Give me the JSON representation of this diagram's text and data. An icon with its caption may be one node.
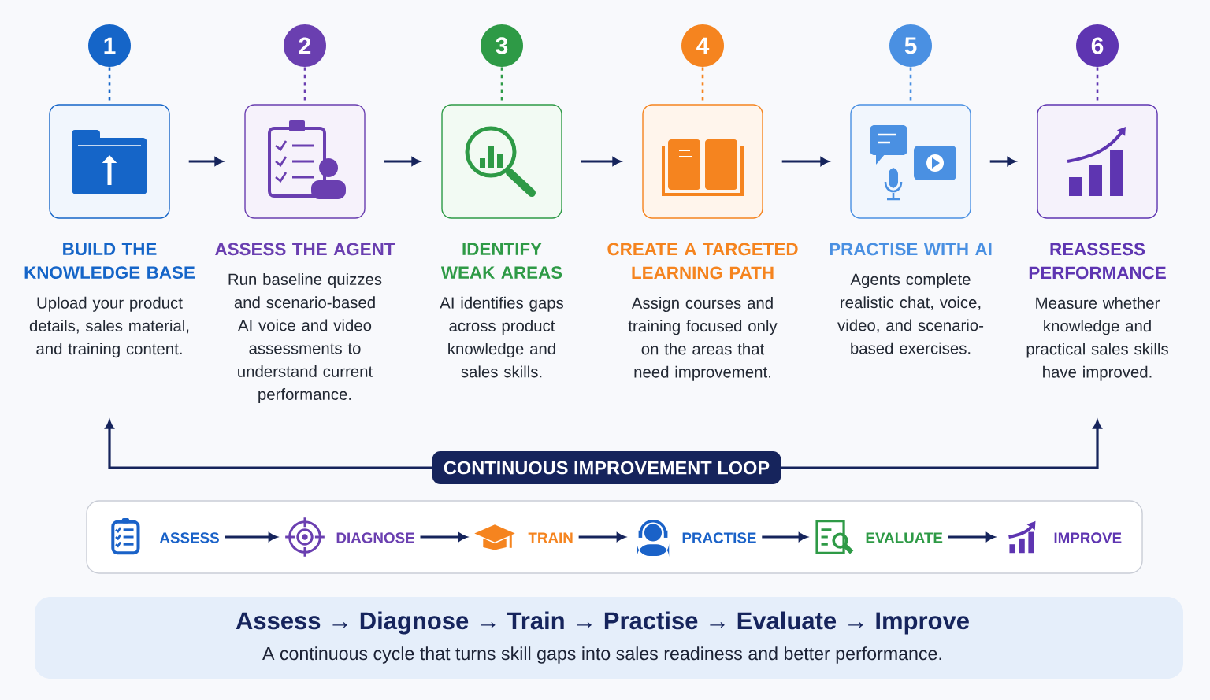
{
  "diagram": {
    "nodes": [
      {
        "text": [
          "1"
        ]
      },
      {
        "text": [
          "2"
        ]
      },
      {
        "text": [
          "3"
        ]
      },
      {
        "text": [
          "4"
        ]
      },
      {
        "text": [
          "5"
        ]
      },
      {
        "text": [
          "6"
        ]
      },
      {
        "text": [
          "BUILD THE KNOWLEDGE BASE",
          "Upload your product details, sales material, and training content."
        ]
      },
      {
        "text": [
          "ASSESS THE AGENT",
          "Run baseline quizzes and scenario-based AI voice and video assessments to understand current performance."
        ]
      },
      {
        "text": [
          "IDENTIFY WEAK AREAS",
          "AI identifies gaps across product knowledge and sales skills."
        ]
      },
      {
        "text": [
          "CREATE A TARGETED LEARNING PATH",
          "Assign courses and training focused only on the areas that need improvement."
        ]
      },
      {
        "text": [
          "PRACTISE WITH AI",
          "Agents complete realistic chat, voice, video, and scenario-based exercises."
        ]
      },
      {
        "text": [
          "REASSESS PERFORMANCE",
          "Measure whether knowledge and practical sales skills have improved."
        ]
      },
      {
        "text": [
          "CONTINUOUS IMPROVEMENT LOOP"
        ]
      },
      {
        "text": [],
        "shape": "box"
      },
      {
        "text": [
          "ASSESS"
        ],
        "in": 13
      },
      {
        "text": [
          "DIAGNOSE"
        ],
        "in": 13
      },
      {
        "text": [
          "TRAIN"
        ],
        "in": 13
      },
      {
        "text": [
          "PRACTISE"
        ],
        "in": 13
      },
      {
        "text": [
          "EVALUATE"
        ],
        "in": 13
      },
      {
        "text": [
          "IMPROVE"
        ],
        "in": 13
      },
      {
        "text": [
          "Assess → Diagnose → Train → Practise → Evaluate → Improve",
          "A continuous cycle that turns skill gaps into sales readiness and better performance."
        ]
      }
    ],
    "edges": [
      {
        "from": 0,
        "to": 6,
        "arrow": "none",
        "style": "dashed",
        "color": "#1565c8"
      },
      {
        "from": 1,
        "to": 7,
        "arrow": "none",
        "style": "dashed",
        "color": "#6a3fb0"
      },
      {
        "from": 2,
        "to": 8,
        "arrow": "none",
        "style": "dashed",
        "color": "#2e9a46"
      },
      {
        "from": 3,
        "to": 9,
        "arrow": "none",
        "style": "dashed",
        "color": "#f5841f"
      },
      {
        "from": 4,
        "to": 10,
        "arrow": "none",
        "style": "dashed",
        "color": "#4a90e2"
      },
      {
        "from": 5,
        "to": 11,
        "arrow": "none",
        "style": "dashed",
        "color": "#5e35b1"
      },
      {
        "from": 6,
        "to": 7,
        "arrow": "to"
      },
      {
        "from": 7,
        "to": 8,
        "arrow": "to"
      },
      {
        "from": 8,
        "to": 9,
        "arrow": "to"
      },
      {
        "from": 9,
        "to": 10,
        "arrow": "to"
      },
      {
        "from": 10,
        "to": 11,
        "arrow": "to"
      },
      {
        "from": 12,
        "to": 6,
        "arrow": "to"
      },
      {
        "from": 12,
        "to": 11,
        "arrow": "to"
      },
      {
        "from": 14,
        "to": 15,
        "arrow": "to"
      },
      {
        "from": 15,
        "to": 16,
        "arrow": "to"
      },
      {
        "from": 16,
        "to": 17,
        "arrow": "to"
      },
      {
        "from": 17,
        "to": 18,
        "arrow": "to"
      },
      {
        "from": 18,
        "to": 19,
        "arrow": "to"
      }
    ]
  }
}
